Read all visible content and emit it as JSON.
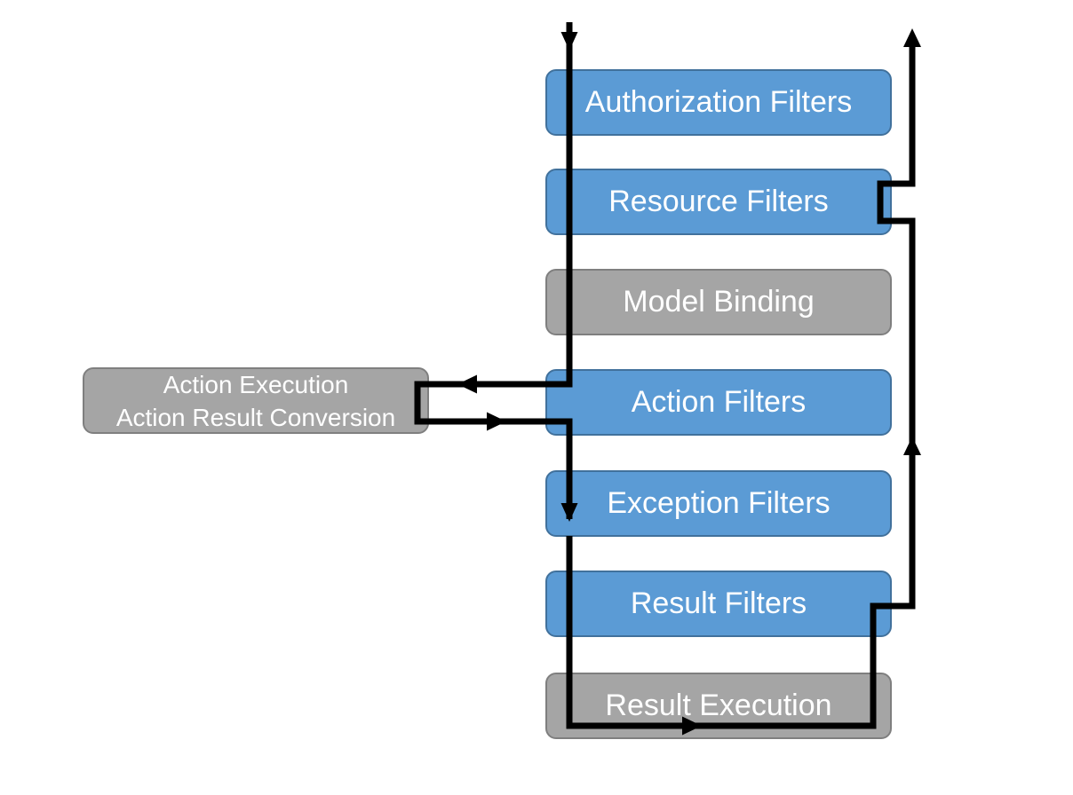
{
  "diagram": {
    "boxes": [
      {
        "label": "Authorization Filters",
        "variant": "blue"
      },
      {
        "label": "Resource Filters",
        "variant": "blue"
      },
      {
        "label": "Model Binding",
        "variant": "gray"
      },
      {
        "label": "Action Filters",
        "variant": "blue"
      },
      {
        "label": "Exception Filters",
        "variant": "blue"
      },
      {
        "label": "Result Filters",
        "variant": "blue"
      },
      {
        "label": "Result Execution",
        "variant": "gray"
      }
    ],
    "side_box": {
      "line1": "Action Execution",
      "line2": "Action Result Conversion",
      "variant": "gray"
    },
    "colors": {
      "blue_fill": "#5b9bd5",
      "blue_border": "#41719c",
      "gray_fill": "#a5a5a5",
      "gray_border": "#7f7f7f",
      "arrow": "#000000",
      "text": "#ffffff",
      "background": "#ffffff"
    }
  }
}
